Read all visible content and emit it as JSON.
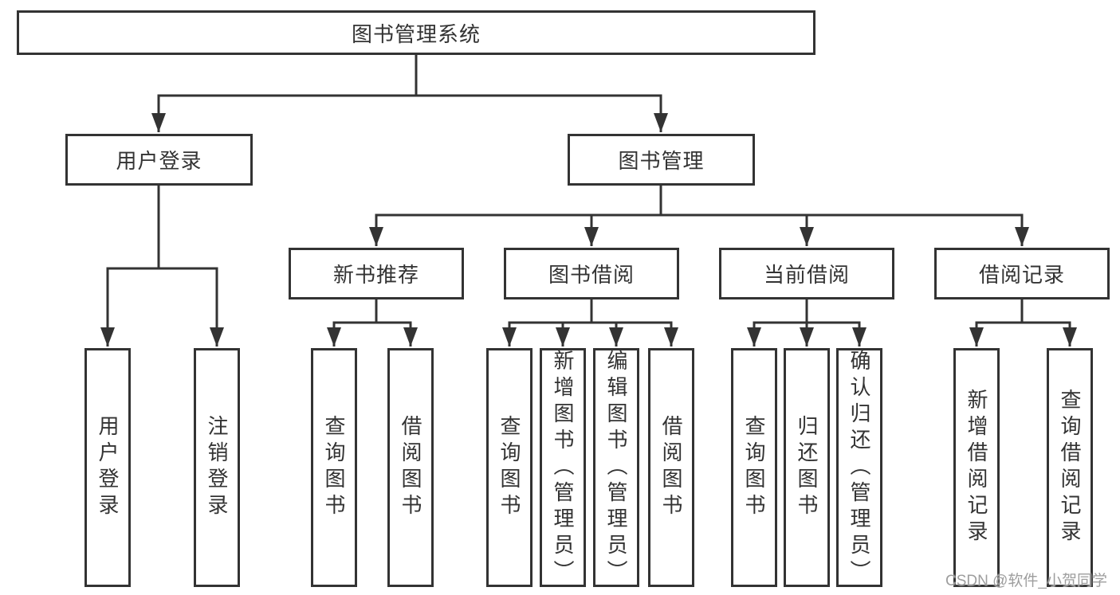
{
  "diagram": {
    "title": "图书管理系统",
    "level2": {
      "user_login": "用户登录",
      "book_mgmt": "图书管理"
    },
    "level3": {
      "new_books": "新书推荐",
      "book_borrow": "图书借阅",
      "current_borrow": "当前借阅",
      "borrow_records": "借阅记录"
    },
    "leaves": {
      "user_login": [
        "用户登录",
        "注销登录"
      ],
      "new_books": [
        "查询图书",
        "借阅图书"
      ],
      "book_borrow": [
        "查询图书",
        "新增图书（管理员）",
        "编辑图书（管理员）",
        "借阅图书"
      ],
      "current_borrow": [
        "查询图书",
        "归还图书",
        "确认归还（管理员）"
      ],
      "borrow_records": [
        "新增借阅记录",
        "查询借阅记录"
      ]
    },
    "watermark": "CSDN @软件_小贺同学",
    "colors": {
      "line": "#333333",
      "background": "#ffffff",
      "watermark": "#9e9e9e"
    }
  }
}
